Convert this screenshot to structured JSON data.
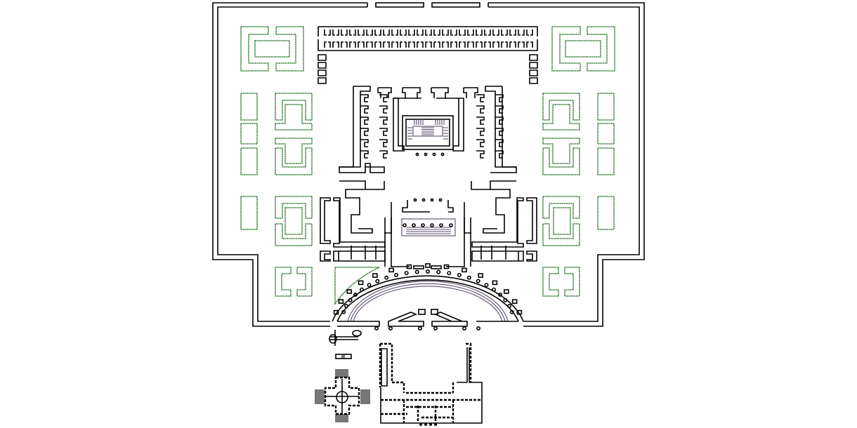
{
  "drawing": {
    "type": "architectural-site-plan",
    "title": "",
    "colors": {
      "walls": "#000000",
      "gardens": "#1a6b1a",
      "stairs": "#5a4a6a",
      "fill": "#777777",
      "background": "#ffffff"
    },
    "elements": {
      "perimeter_wall": "outer enclosure wall with gated openings",
      "main_palace": "central courtyard palace block",
      "north_wing": "meander-pattern north range",
      "hemicycle": "semicircular colonnade at south entrance",
      "gardens": "green parterre beds (left and right)",
      "inset_plans": [
        "small pavilion sketch",
        "cruciform villa plan",
        "U-shaped palace plan"
      ]
    }
  }
}
